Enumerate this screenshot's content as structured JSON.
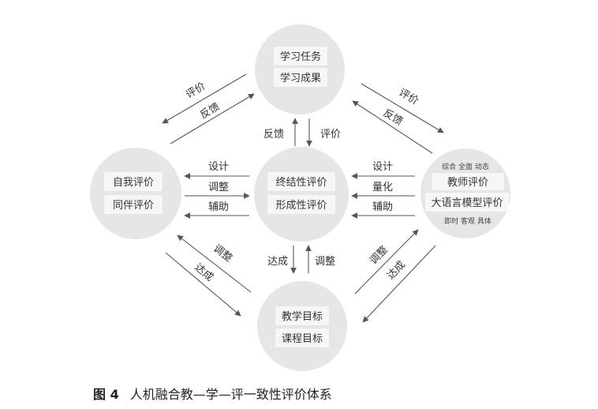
{
  "nodes": {
    "top": {
      "labels": [
        "学习任务",
        "学习成果"
      ]
    },
    "left": {
      "labels": [
        "自我评价",
        "同伴评价"
      ]
    },
    "center": {
      "labels": [
        "终结性评价",
        "形成性评价"
      ]
    },
    "right": {
      "top_note": "综合 全面 动态",
      "labels": [
        "教师评价",
        "大语言模型评价"
      ],
      "bottom_note": "即时 客观 具体"
    },
    "bottom": {
      "labels": [
        "教学目标",
        "课程目标"
      ]
    }
  },
  "edges": {
    "top_left_upper": "评价",
    "top_left_lower": "反馈",
    "top_right_upper": "评价",
    "top_right_lower": "反馈",
    "top_center_left": "反馈",
    "top_center_right": "评价",
    "left_center": [
      "设计",
      "调整",
      "辅助"
    ],
    "right_center": [
      "设计",
      "量化",
      "辅助"
    ],
    "bottom_center_left": "达成",
    "bottom_center_right": "调整",
    "bottom_left_upper": "调整",
    "bottom_left_lower": "达成",
    "bottom_right_upper": "调整",
    "bottom_right_lower": "达成"
  },
  "caption": {
    "figure_label": "图 4",
    "title": "人机融合教—学—评一致性评价体系"
  },
  "colors": {
    "circle": "#e6e6e6",
    "box": "#f5f5f5",
    "box_border": "#ffffff",
    "line": "#555555"
  }
}
